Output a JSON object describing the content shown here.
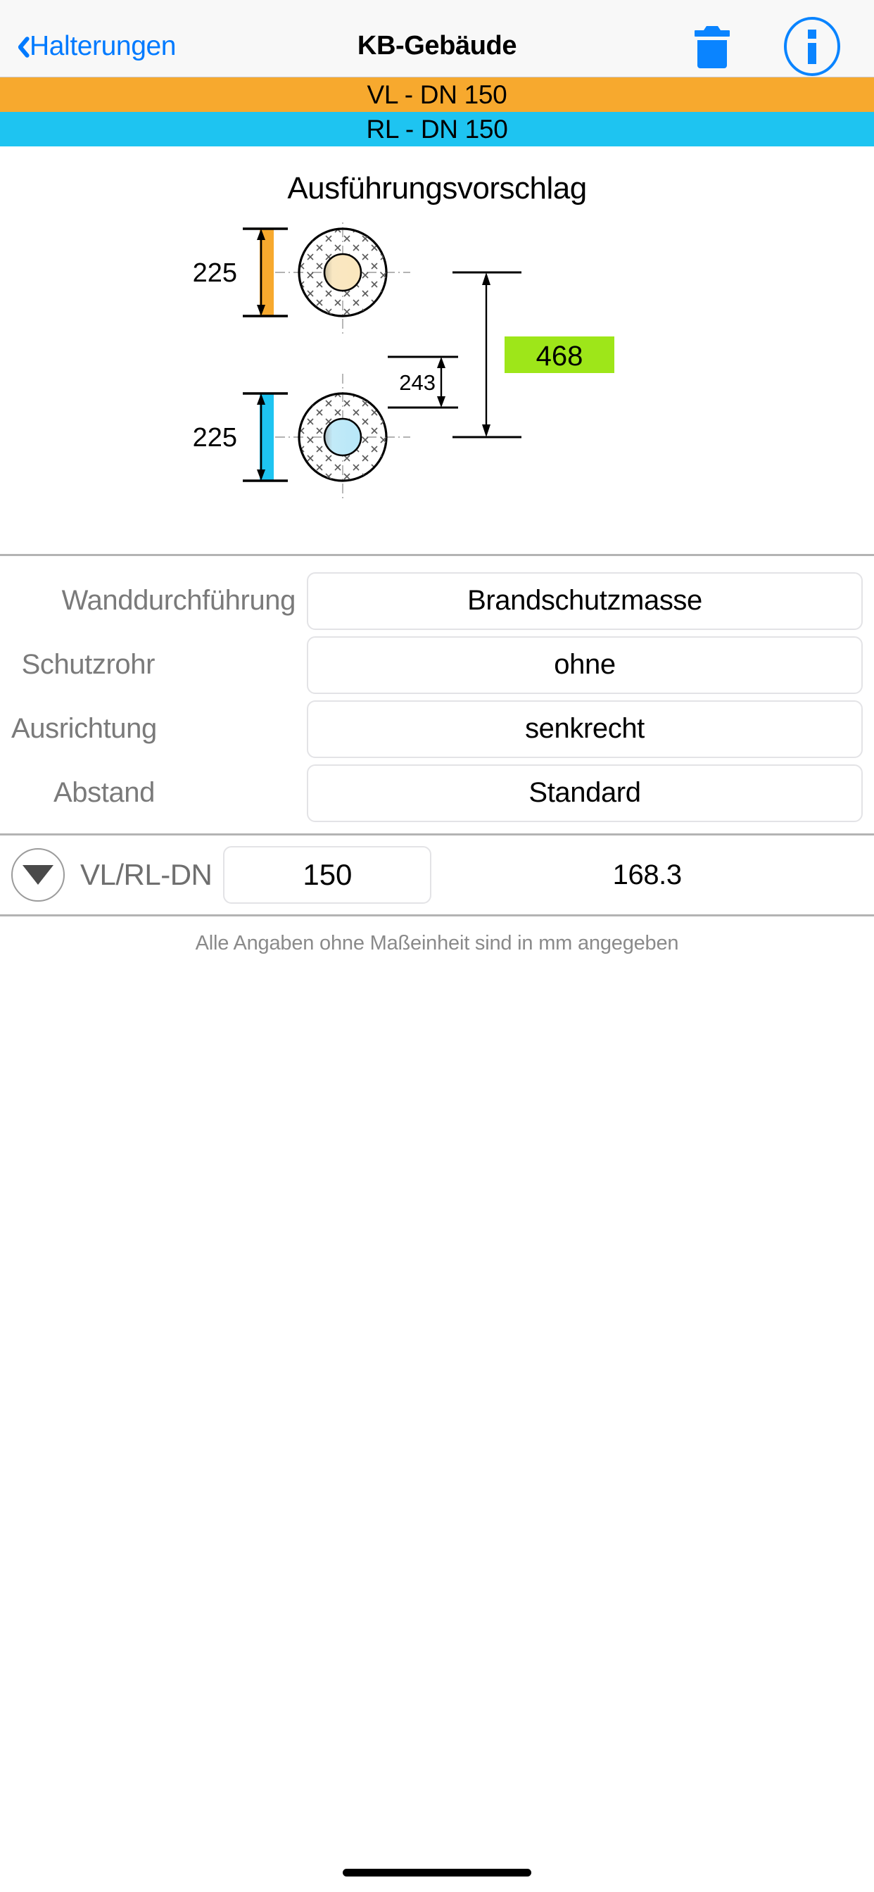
{
  "navbar": {
    "back_label": "Halterungen",
    "back_icon": "chevron-left-icon",
    "title": "KB-Gebäude",
    "delete_icon": "trash-icon",
    "info_icon": "info-circle-icon"
  },
  "pipe_bars": [
    {
      "label": "VL - DN 150",
      "color": "#f7a92e",
      "name": "vl"
    },
    {
      "label": "RL - DN 150",
      "color": "#1ec4f1",
      "name": "rl"
    }
  ],
  "section": {
    "title": "Ausführungsvorschlag"
  },
  "drawing": {
    "dim_top": "225",
    "dim_bottom": "225",
    "dim_gap": "243",
    "dim_total": "468",
    "highlight_color": "#9ee619",
    "top_pipe_color": "#f9e0ae",
    "bottom_pipe_color": "#b5e8f7",
    "top_bar_color": "#f7a92e",
    "bottom_bar_color": "#1ec4f1"
  },
  "form": {
    "rows": [
      {
        "label": "Wanddurchführung",
        "value": "Brandschutzmasse",
        "name": "wanddurchfuehrung"
      },
      {
        "label": "Schutzrohr",
        "value": "ohne",
        "name": "schutzrohr"
      },
      {
        "label": "Ausrichtung",
        "value": "senkrecht",
        "name": "ausrichtung"
      },
      {
        "label": "Abstand",
        "value": "Standard",
        "name": "abstand"
      }
    ]
  },
  "dn_row": {
    "toggle_icon": "chevron-down-icon",
    "label": "VL/RL-DN",
    "value": "150",
    "outer_diameter": "168.3"
  },
  "footer": {
    "note": "Alle Angaben ohne Maßeinheit sind in mm angegeben"
  }
}
